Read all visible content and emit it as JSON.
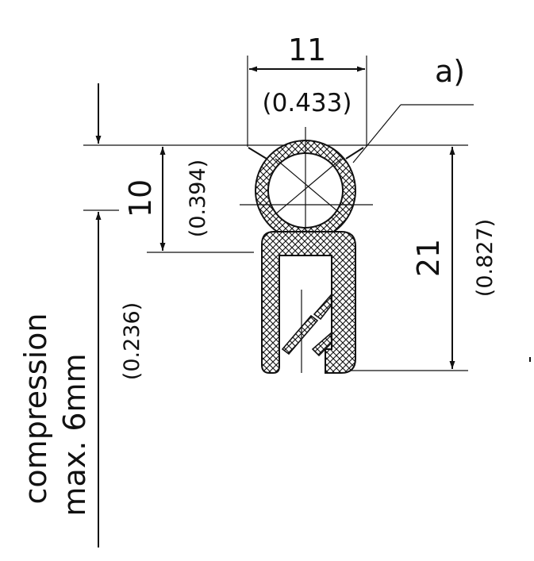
{
  "dimensions": {
    "width_mm": "11",
    "width_in": "(0.433)",
    "bulb_mm": "10",
    "bulb_in": "(0.394)",
    "height_mm": "21",
    "height_in": "(0.827)",
    "compression_in": "(0.236)"
  },
  "callout": "a)",
  "compression_note": {
    "line1": "compression",
    "line2": "max.  6mm"
  },
  "colors": {
    "ink": "#111111",
    "background": "#ffffff"
  }
}
